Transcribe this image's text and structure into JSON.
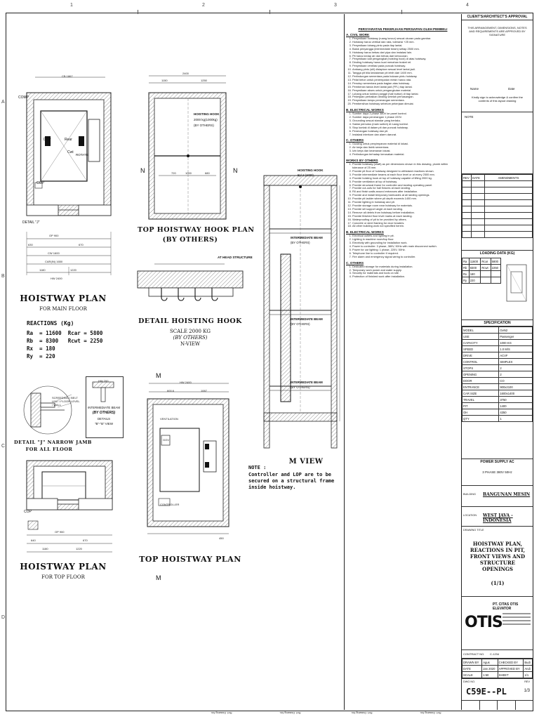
{
  "sheet": {
    "column_markers": [
      "1",
      "2",
      "3",
      "4"
    ],
    "row_markers": [
      "A",
      "B",
      "C",
      "D"
    ],
    "bottom_notes": [
      "Ref. Drawing No.",
      "Ref. Drawing No.",
      "Ref. Drawing No.",
      "Ref. Drawing No."
    ]
  },
  "drawings": {
    "plan_main": {
      "title": "HOISTWAY PLAN",
      "subtitle": "FOR MAIN FLOOR",
      "labels": {
        "comp": "COMP",
        "door": "Door",
        "rear": "Rear",
        "cop": "COP",
        "detail": "DETAIL \"J\"",
        "rotate": "ROTATE",
        "cwt": "Cwt"
      },
      "dims": {
        "top": "CB 1867",
        "d1": "OP 900",
        "d2": "CW 1600",
        "d3": "CAR(IN) 1650",
        "d4": "1180",
        "d5": "1220",
        "total": "HW 2400",
        "d6": "630",
        "d7": "670"
      }
    },
    "reactions": {
      "heading": "REACTIONS (Kg)",
      "lines": [
        "Ra  = 11600  Rcar = 5800",
        "Rb  = 8300   Rcwt = 2250",
        "Rx  = 180",
        "Ry  = 220"
      ]
    },
    "detail_j": {
      "title": "DETAIL \"J\" NARROW JAMB",
      "subtitle": "FOR ALL FLOOR",
      "note": "SCREEDING / BELT LINE / FLOOR LEVEL / WALL"
    },
    "section_bb": {
      "label1": "INTERMEDIATE BEAM",
      "label2": "(BY OTHERS)",
      "label3": "DETAILS",
      "label4": "\"B\"-\"B\" VIEW",
      "dim": "HW 200"
    },
    "plan_top": {
      "title": "HOISTWAY PLAN",
      "subtitle": "FOR TOP FLOOR",
      "labels": {
        "cop": "COP"
      },
      "dims": {
        "d1": "OP 900",
        "d2": "1180",
        "d3": "1220",
        "d4": "640",
        "d5": "670"
      }
    },
    "hook_plan": {
      "title": "TOP HOISTWAY HOOK PLAN",
      "subtitle": "(BY OTHERS)",
      "labels": {
        "hook": "HOISTING HOOK",
        "load": "2000 kg(1000kg)",
        "by": "(BY OTHERS)",
        "n": "N"
      },
      "dims": {
        "top": "2400",
        "a": "1150",
        "b": "1250",
        "c": "720",
        "d": "1000",
        "e": "680"
      }
    },
    "hook_detail": {
      "title": "DETAIL HOISTING HOOK",
      "scale": "SCALE 2000 KG",
      "by": "(BY OTHERS)",
      "view": "N-VIEW",
      "note": "AT HEAD STRUCTURE"
    },
    "top_hoistway_plan": {
      "title": "TOP HOISTWAY PLAN",
      "labels": {
        "m": "M",
        "ventilation": "VENTILATION",
        "gov": "GOV",
        "controller": "CONTROLLER"
      },
      "dims": {
        "top": "HW 2400",
        "a": "600.6",
        "b": "1067",
        "c": "450"
      }
    },
    "m_view": {
      "title": "M VIEW",
      "labels": {
        "hook": "HOISTING HOOK",
        "hook_sub": "By/ 2 (1000)",
        "beam1": "INTERMEDIATE BEAM",
        "beam_by": "(BY OTHERS)",
        "beam2": "INTERMEDIATE BEAM",
        "beam3": "INTERMEDIATE BEAM"
      },
      "note_title": "NOTE :",
      "note_text": "Controller and LOP are to be secured on a structural frame inside hoistway."
    }
  },
  "notes": {
    "header": "PERSYARATAN PEKERJAAN PERSIAPAN OLEH PEMBELI",
    "sections": [
      {
        "title": "A. CIVIL WORK",
        "items": [
          "Penyediaan hoistway (ruang luncur) sesuai ukuran pada gambar.",
          "Hoistway harus vertikal dan rata, toleransi +25 mm.",
          "Penyediaan lubang pintu pada tiap lantai.",
          "Balok penyangga (intermediate beam) setiap 2500 mm.",
          "Hoistway harus bebas dari pipa dan instalasi lain.",
          "Pit harus kedap air dan bebas dari kebocoran.",
          "Penyediaan kait pengangkat (hoisting hook) di atas hoistway.",
          "Dinding hoistway harus kuat menahan braket rel.",
          "Penyediaan ventilasi pada puncak hoistway.",
          "Ambang pintu (sill) disiapkan sesuai level lantai jadi.",
          "Tangga pit bila kedalaman pit lebih dari 1400 mm.",
          "Perlindungan sementara pada bukaan pintu hoistway.",
          "Pelat beton untuk penempatan mesin harus rata.",
          "Penutup sementara pada bagian atas hoistway.",
          "Pemberian tanda level lantai jadi (FFL) tiap lantai.",
          "Penyediaan akses untuk pengangkutan material.",
          "Lubang untuk tombol panggil (hall button) di tiap lantai.",
          "Pekerjaan perbaikan dinding setelah pemasangan.",
          "Penyediaan lampu penerangan sementara.",
          "Pembersihan hoistway sebelum pekerjaan dimulai."
        ]
      },
      {
        "title": "B. ELECTRICAL WORKS",
        "items": [
          "Sumber daya 3 phase 380V ke panel kontrol.",
          "Sumber daya penerangan 1 phase 220V.",
          "Grounding sesuai standar yang berlaku.",
          "Saklar pemutus (main switch) di ruang kontrol.",
          "Stop kontak di dalam pit dan puncak hoistway.",
          "Penerangan hoistway dan pit.",
          "Instalasi interkom dan alarm darurat."
        ]
      },
      {
        "title": "C. OTHERS",
        "items": [
          "Gudang untuk penyimpanan material di lokasi.",
          "Air kerja dan listrik sementara.",
          "Izin kerja dan keamanan lokasi.",
          "Perlindungan terhadap kerusakan material."
        ]
      },
      {
        "title": "WORKS BY OTHERS",
        "items": [
          "Provide hoistway (shaft) as per dimensions shown in this drawing, plumb within tolerance of 25 mm.",
          "Provide pit floor of hoistway designed to withstand reactions shown.",
          "Provide intermediate beams at each floor level or at every 2500 mm.",
          "Provide hoisting hook at top of hoistway capable of lifting 2000 kg.",
          "Provide ventilation at top of hoistway.",
          "Provide structural frame for controller and landing operating panel.",
          "Provide cut-outs for hall fixtures at each landing.",
          "Fill and finish walls around entrances after installation.",
          "Provide and install temporary barricades at all landing openings.",
          "Provide pit ladder where pit depth exceeds 1400 mm.",
          "Provide lighting in hoistway and pit.",
          "Provide storage room near hoistway for materials.",
          "Provide sill support angle at each landing.",
          "Remove all debris from hoistway before installation.",
          "Provide finished floor level marks at each landing.",
          "Waterproofing of pit to be provided by others.",
          "Concrete or steel framing for door headers.",
          "All other building work not specified herein."
        ]
      },
      {
        "title": "B. ELECTRICAL WORKS",
        "items": [
          "Electrical outlets and lighting in pit.",
          "Lighting in machine room/top floor.",
          "Electricity with grounding for installation work.",
          "Power to controller: 3 phase, 380V, 50Hz with main disconnect switch.",
          "Power for car lighting: 1 phase, 220V, 50Hz.",
          "Telephone line to controller if required.",
          "Fire alarm and emergency signal wiring to controller."
        ]
      },
      {
        "title": "C. OTHERS",
        "items": [
          "Dedicated storage for materials during installation.",
          "Temporary work power and water supply.",
          "Security for materials and tools on site.",
          "Protection of finished work after installation."
        ]
      }
    ]
  },
  "title_block": {
    "approval_header": "CLIENT'S/ARCHITECT'S APPROVAL",
    "approval_text": "THIS ARRANGEMENT, DIMENSIONS, NOTES AND REQUIREMENTS ARE APPROVED BY SIGNATURE",
    "name_label": "Name",
    "date_label": "Date",
    "ack_text": "Kindly sign to acknowledge & confirm the contents of this layout drawing",
    "note_label": "NOTE",
    "rev_headers": [
      "REV",
      "DATE",
      "AMENDMENTS"
    ],
    "loading_header": "LOADING DATA (KG)",
    "loading_rows": [
      [
        "Ra",
        "11600",
        "Rcar",
        "5800"
      ],
      [
        "Rb",
        "8300",
        "Rcwt",
        "2250"
      ],
      [
        "Rx",
        "180",
        "",
        ""
      ],
      [
        "Ry",
        "220",
        "",
        ""
      ]
    ],
    "spec_header": "SPECIFICATION",
    "spec_rows": [
      [
        "MODEL",
        "GeN2"
      ],
      [
        "USE",
        "Passenger"
      ],
      [
        "CAPACITY",
        "1000 KG"
      ],
      [
        "SPEED",
        "1.0 M/S"
      ],
      [
        "DRIVE",
        "ACVF"
      ],
      [
        "CONTROL",
        "SIMPLEX"
      ],
      [
        "STOPS",
        "2"
      ],
      [
        "OPENING",
        "2"
      ],
      [
        "DOOR",
        "CO"
      ],
      [
        "ENTRANCE",
        "900x2100"
      ],
      [
        "CAR SIZE",
        "1600x1400"
      ],
      [
        "TRAVEL",
        "3750"
      ],
      [
        "PIT",
        "1400"
      ],
      [
        "OH",
        "4350"
      ],
      [
        "QTY",
        "1"
      ]
    ],
    "power_header": "POWER SUPPLY AC",
    "power_text": "3 PHASE  380V  50Hz",
    "building_label": "BUILDING",
    "building_value": "BANGUNAN MESIN",
    "location_label": "LOCATION",
    "location_value": "WEST JAVA - INDONESIA",
    "drawing_label": "DRAWING TITLE",
    "drawing_title": "HOISTWAY PLAN, REACTIONS IN PIT, FRONT VIEWS AND STRUCTURE OPENINGS",
    "drawing_title_sub": "(1/1)",
    "company_name": "PT. CITAS OTIS ELEVATOR",
    "logo": "OTIS",
    "contract_label": "CONTRACT NO.",
    "contract_value": "C-1234",
    "meta_rows": [
      [
        "DRAWN BY",
        "Agus",
        "CHECKED BY",
        "Budi"
      ],
      [
        "DATE",
        "Jan 2020",
        "APPROVED BY",
        "Andi"
      ],
      [
        "SCALE",
        "1:50",
        "SHEET",
        "1/1"
      ]
    ],
    "dwg_no_label": "DWG NO.",
    "dwg_no": "C59E--PL",
    "rev_label": "REV",
    "rev_value": "1/3"
  }
}
